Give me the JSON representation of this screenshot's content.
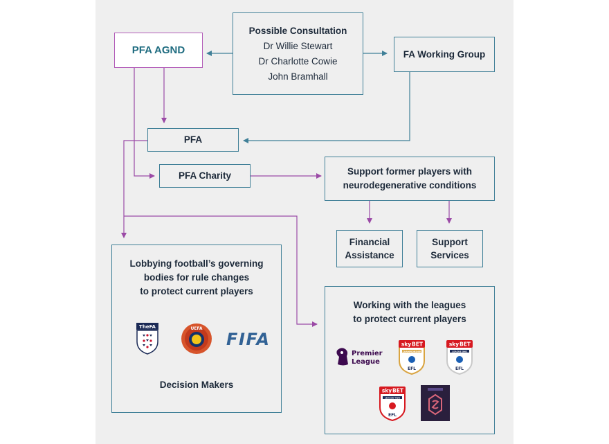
{
  "consultation": {
    "title": "Possible Consultation",
    "members": [
      "Dr Willie Stewart",
      "Dr Charlotte Cowie",
      "John Bramhall"
    ]
  },
  "nodes": {
    "agnd": "PFA AGND",
    "fa_group": "FA Working Group",
    "pfa": "PFA",
    "charity": "PFA Charity",
    "support": [
      "Support former players with",
      "neurodegenerative conditions"
    ],
    "financial": [
      "Financial",
      "Assistance"
    ],
    "services": [
      "Support",
      "Services"
    ]
  },
  "lobbying": {
    "title": [
      "Lobbying football’s governing",
      "bodies for rule changes",
      "to protect current players"
    ],
    "footer": "Decision Makers",
    "logos": [
      "TheFA",
      "UEFA",
      "FIFA"
    ]
  },
  "leagues": {
    "title": [
      "Working with the leagues",
      "to protect current players"
    ],
    "logos": [
      "Premier League",
      "sky bet CHAMPIONSHIP EFL",
      "sky bet LEAGUE ONE EFL",
      "sky bet LEAGUE TWO EFL",
      "Women's Super League"
    ],
    "premier_text": [
      "Premier",
      "League"
    ],
    "sky_text": [
      "sky",
      "BET"
    ],
    "efl_text": "EFL",
    "sky_sub": [
      "CHAMPIONSHIP",
      "LEAGUE ONE",
      "LEAGUE TWO"
    ]
  },
  "colors": {
    "teal": "#3f7f97",
    "purple": "#9b4aa6",
    "panel": "#efefef"
  }
}
